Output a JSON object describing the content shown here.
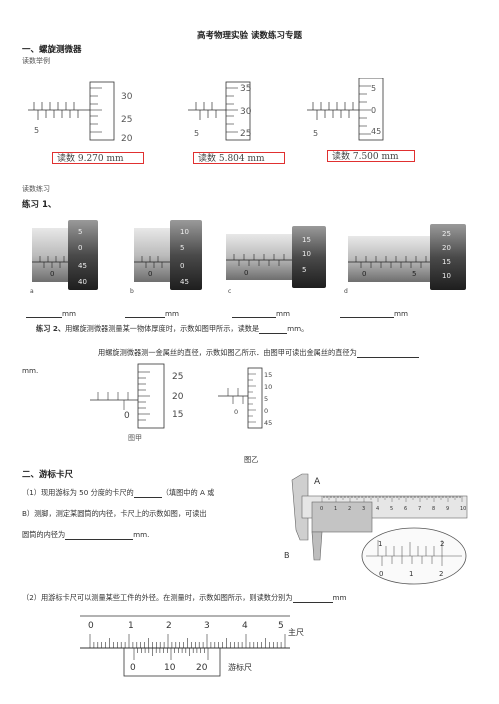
{
  "title": "高考物理实验 读数练习专题",
  "section1": {
    "heading": "一、螺旋测微器",
    "example_label": "读数举例",
    "examples": [
      {
        "scale_top": "30",
        "scale_mid": "25",
        "scale_bot": "20",
        "main": "5",
        "reading": "读数 9.270 mm"
      },
      {
        "scale_top": "35",
        "scale_mid": "30",
        "scale_bot": "25",
        "main": "5",
        "reading": "读数 5.804 mm"
      },
      {
        "scale_top": "5",
        "scale_mid": "0",
        "scale_bot": "45",
        "main": "5",
        "reading": "读数 7.500 mm"
      }
    ],
    "practice_label": "读数练习",
    "exercise1_label": "练习 1、",
    "micrometers": [
      {
        "letter": "a",
        "marks": [
          "5",
          "0",
          "45",
          "40"
        ],
        "main": "0"
      },
      {
        "letter": "b",
        "marks": [
          "10",
          "5",
          "0",
          "45"
        ],
        "main": "0"
      },
      {
        "letter": "c",
        "marks": [
          "15",
          "10",
          "5"
        ],
        "main": "0"
      },
      {
        "letter": "d",
        "marks": [
          "25",
          "20",
          "15",
          "10"
        ],
        "main": "0",
        "main2": "5"
      }
    ],
    "answer_unit": "mm",
    "exercise2_label": "练习 2、",
    "exercise2_text": "用螺旋测微器测量某一物体厚度时，示数如图甲所示，读数是",
    "exercise2_unit": "mm。",
    "exercise2b_text": "用螺旋测微器测一金属丝的直径，示数如图乙所示．由图甲可读出金属丝的直径为",
    "exercise2b_unit": "mm.",
    "fig_jia": {
      "caption": "图甲",
      "marks": [
        "25",
        "20",
        "15"
      ],
      "main": "0"
    },
    "fig_yi": {
      "caption": "图乙",
      "marks": [
        "15",
        "10",
        "5",
        "0",
        "45"
      ],
      "main": "0"
    }
  },
  "section2": {
    "heading": "二、游标卡尺",
    "q1_prefix": "（1）现用游标为 50 分度的卡尺的",
    "q1_mid": "（填图中的 A 或",
    "q1_line2": "B）测脚，测定某圆筒的内径，卡尺上的示数如图，可读出",
    "q1_line3": "圆筒的内径为",
    "q1_unit": "mm.",
    "caliper_labels": {
      "a": "A",
      "b": "B"
    },
    "caliper_main_ticks": [
      "0",
      "1",
      "2",
      "3",
      "4",
      "5",
      "6",
      "7",
      "8",
      "9",
      "10"
    ],
    "zoom_main": [
      "1",
      "2"
    ],
    "zoom_vernier": [
      "0",
      "1",
      "2"
    ],
    "q2_text": "（2）用游标卡尺可以测量某些工件的外径。在测量时，示数如图所示，则读数分别为",
    "q2_unit": "mm",
    "main_scale_numbers": [
      "0",
      "1",
      "2",
      "3",
      "4",
      "5"
    ],
    "main_scale_label": "主尺",
    "vernier_numbers": [
      "0",
      "10",
      "20"
    ],
    "vernier_label": "游标尺"
  }
}
